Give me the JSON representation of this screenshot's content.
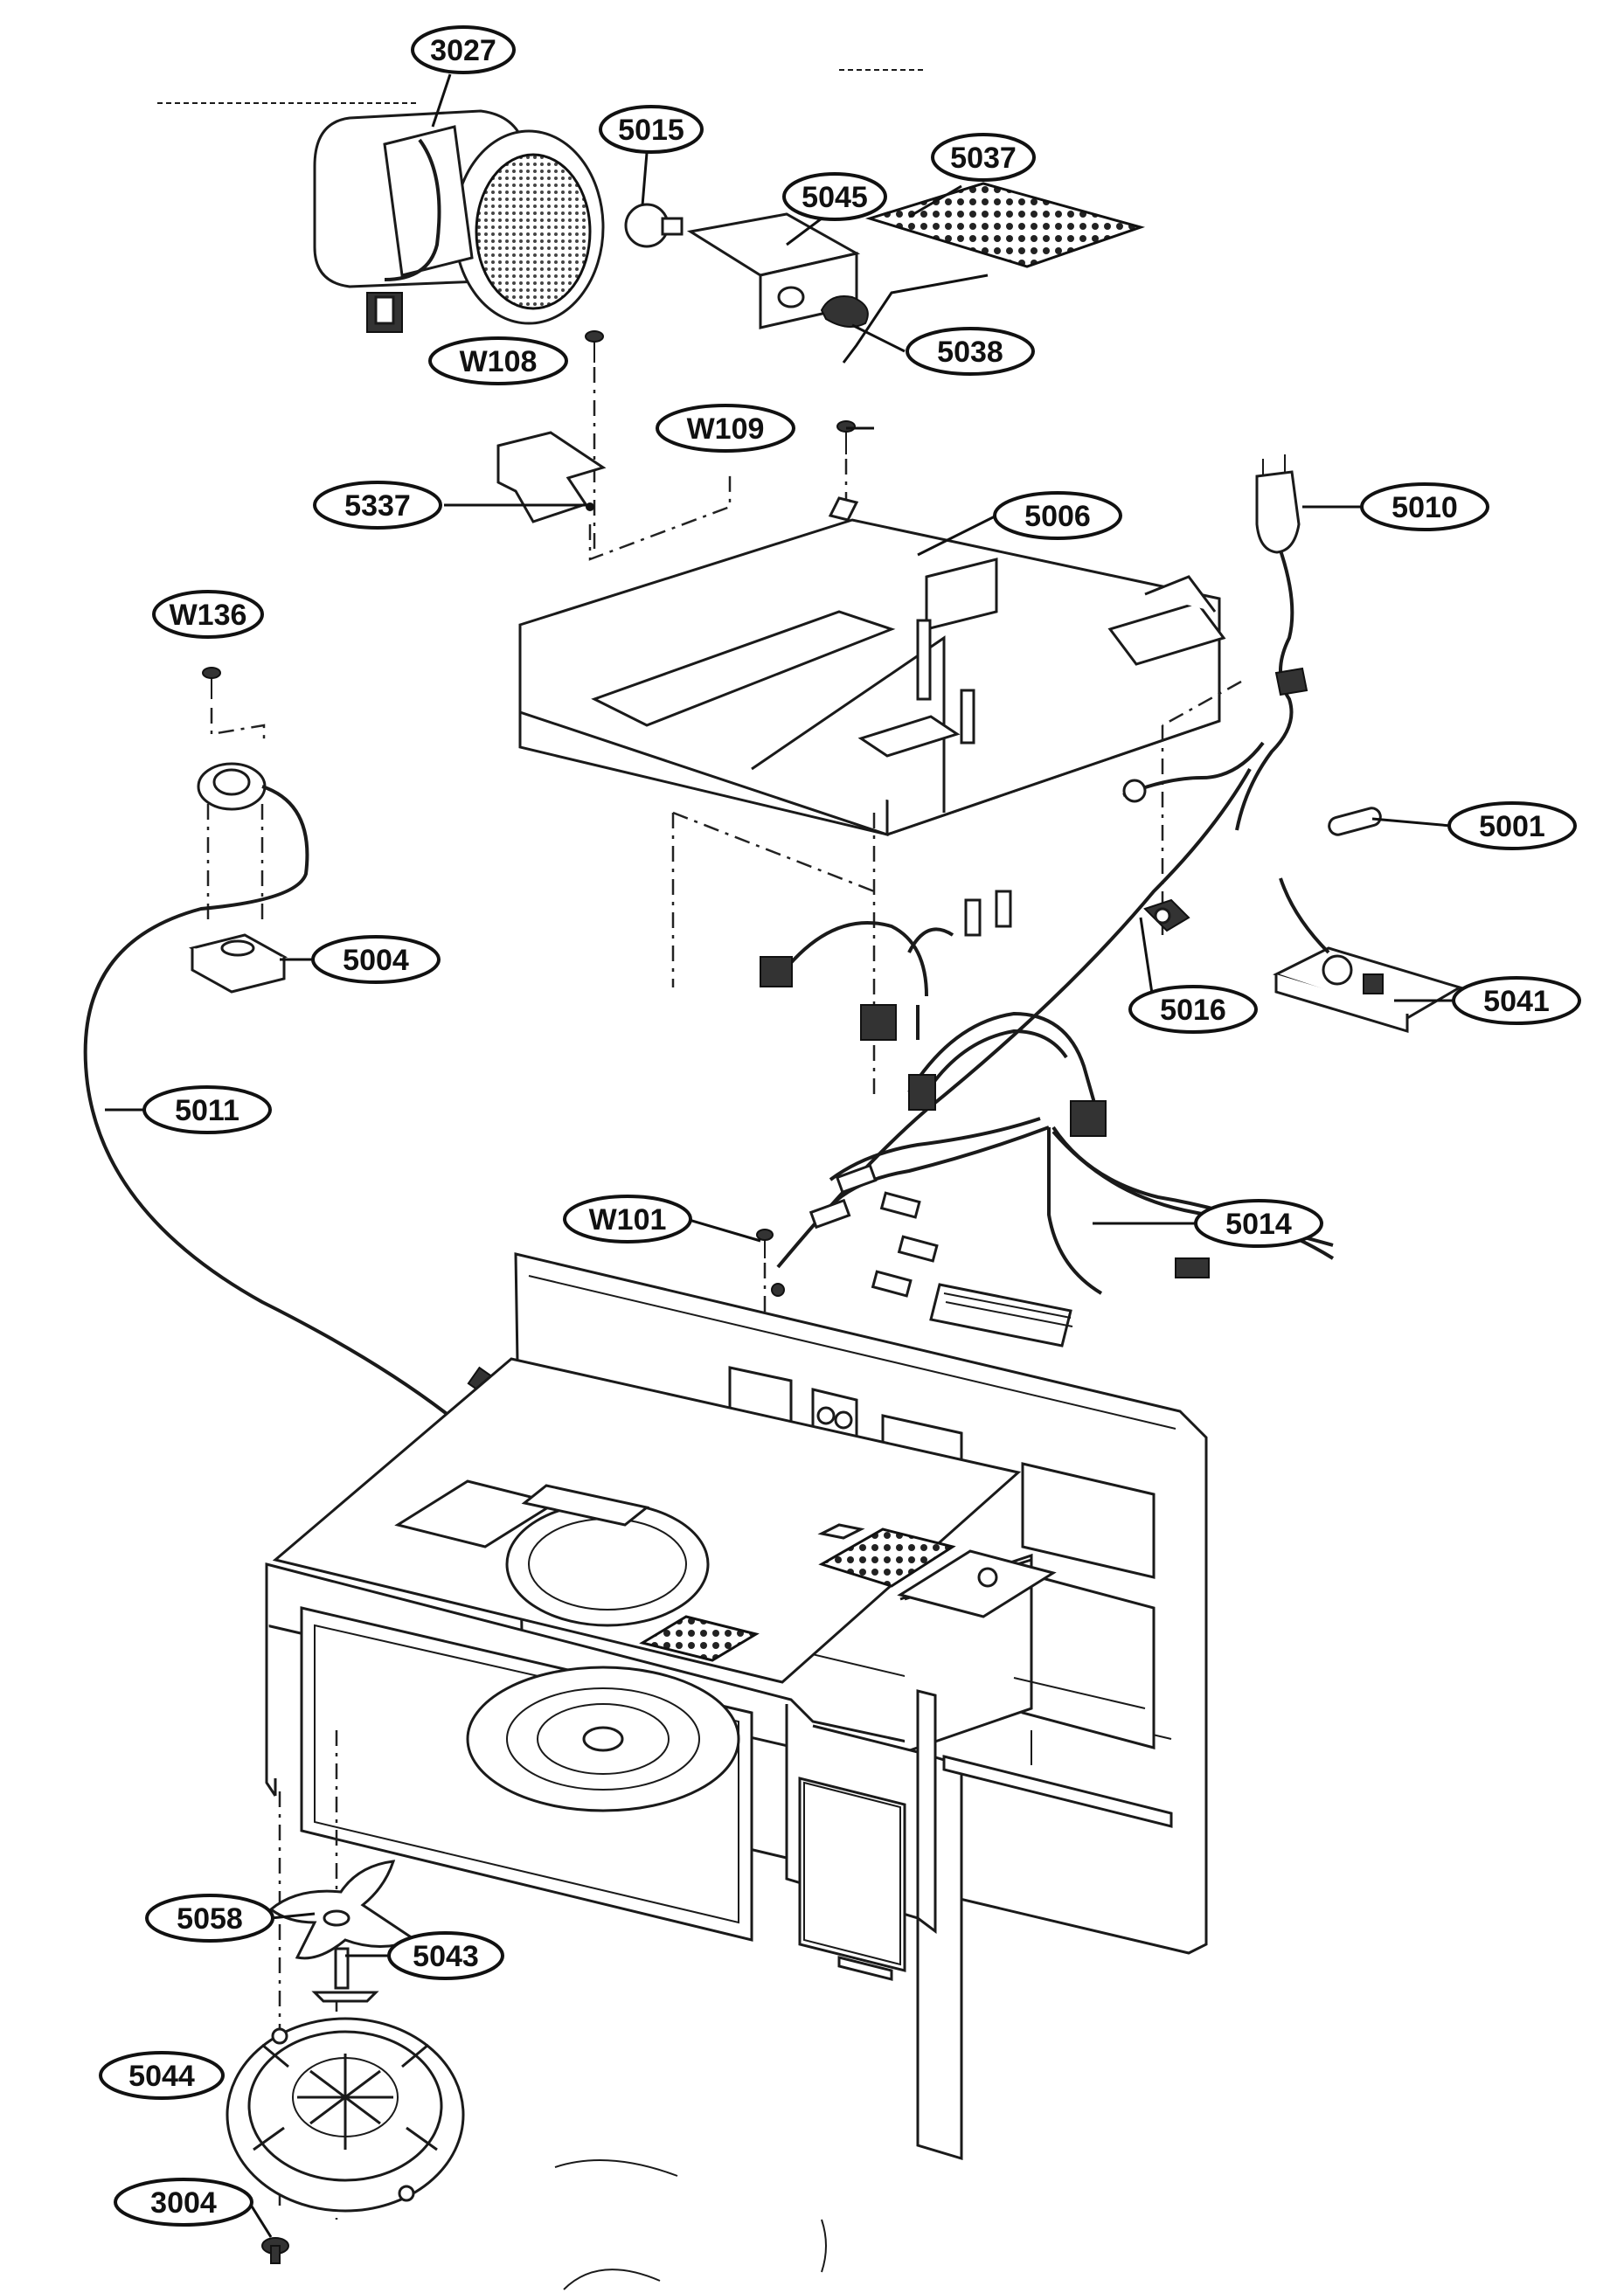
{
  "labels": {
    "p3027": "3027",
    "p5015": "5015",
    "p5045": "5045",
    "p5037": "5037",
    "p5038": "5038",
    "pW108": "W108",
    "pW109": "W109",
    "p5337": "5337",
    "p5006": "5006",
    "p5010": "5010",
    "pW136": "W136",
    "p5001": "5001",
    "p5004": "5004",
    "p5016": "5016",
    "p5041": "5041",
    "p5011": "5011",
    "pW101": "W101",
    "p5014": "5014",
    "p5058": "5058",
    "p5043": "5043",
    "p5044": "5044",
    "p3004": "3004"
  }
}
